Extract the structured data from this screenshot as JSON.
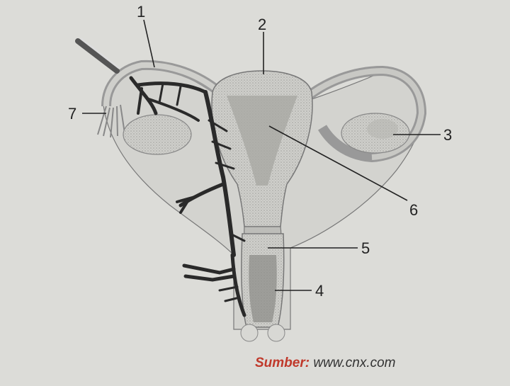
{
  "labels": {
    "l1": "1",
    "l2": "2",
    "l3": "3",
    "l4": "4",
    "l5": "5",
    "l6": "6",
    "l7": "7"
  },
  "source": {
    "prefix": "Sumber:",
    "url": "www.cnx.com"
  },
  "colors": {
    "background": "#dcdcd8",
    "organ_fill": "#c4c4c0",
    "organ_dark": "#9a9a96",
    "vessel": "#2a2a2a",
    "source_prefix": "#c0392b"
  }
}
